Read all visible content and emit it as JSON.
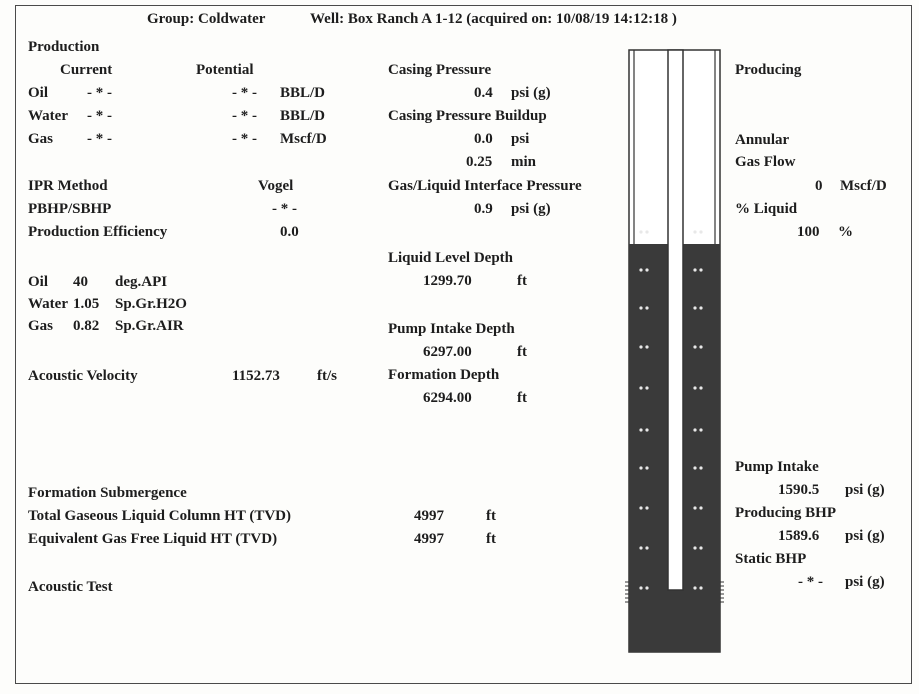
{
  "header": {
    "group": "Group: Coldwater",
    "well": "Well: Box Ranch A 1-12 (acquired on: 10/08/19 14:12:18 )"
  },
  "production": {
    "title": "Production",
    "current_label": "Current",
    "potential_label": "Potential",
    "rows": [
      {
        "name": "Oil",
        "current": "- * -",
        "potential": "- * -",
        "unit": "BBL/D"
      },
      {
        "name": "Water",
        "current": "- * -",
        "potential": "- * -",
        "unit": "BBL/D"
      },
      {
        "name": "Gas",
        "current": "- * -",
        "potential": "- * -",
        "unit": "Mscf/D"
      }
    ]
  },
  "ipr": {
    "method_label": "IPR Method",
    "method_value": "Vogel",
    "pbhp_label": "PBHP/SBHP",
    "pbhp_value": "- * -",
    "efficiency_label": "Production Efficiency",
    "efficiency_value": "0.0"
  },
  "fluids": [
    {
      "name": "Oil",
      "value": "40",
      "unit": "deg.API"
    },
    {
      "name": "Water",
      "value": "1.05",
      "unit": "Sp.Gr.H2O"
    },
    {
      "name": "Gas",
      "value": "0.82",
      "unit": "Sp.Gr.AIR"
    }
  ],
  "acoustic": {
    "label": "Acoustic Velocity",
    "value": "1152.73",
    "unit": "ft/s"
  },
  "casing": {
    "pressure_label": "Casing Pressure",
    "pressure_value": "0.4",
    "pressure_unit": "psi (g)",
    "buildup_label": "Casing Pressure Buildup",
    "buildup_value": "0.0",
    "buildup_unit": "psi",
    "buildup_time": "0.25",
    "buildup_time_unit": "min",
    "interface_label": "Gas/Liquid Interface Pressure",
    "interface_value": "0.9",
    "interface_unit": "psi (g)"
  },
  "depths": {
    "liquid_label": "Liquid Level Depth",
    "liquid_value": "1299.70",
    "liquid_unit": "ft",
    "pump_label": "Pump Intake Depth",
    "pump_value": "6297.00",
    "pump_unit": "ft",
    "formation_label": "Formation Depth",
    "formation_value": "6294.00",
    "formation_unit": "ft"
  },
  "submergence": {
    "title": "Formation Submergence",
    "total_label": "Total Gaseous Liquid Column HT (TVD)",
    "total_value": "4997",
    "total_unit": "ft",
    "equiv_label": "Equivalent Gas Free Liquid HT (TVD)",
    "equiv_value": "4997",
    "equiv_unit": "ft"
  },
  "acoustic_test_label": "Acoustic Test",
  "right_panel": {
    "status": "Producing",
    "annular_label": "Annular",
    "gasflow_label": "Gas Flow",
    "gasflow_value": "0",
    "gasflow_unit": "Mscf/D",
    "liquid_pct_label": "% Liquid",
    "liquid_pct_value": "100",
    "liquid_pct_unit": "%",
    "pump_intake_label": "Pump Intake",
    "pump_intake_value": "1590.5",
    "pump_intake_unit": "psi (g)",
    "producing_bhp_label": "Producing BHP",
    "producing_bhp_value": "1589.6",
    "producing_bhp_unit": "psi (g)",
    "static_bhp_label": "Static BHP",
    "static_bhp_value": "- * -",
    "static_bhp_unit": "psi (g)"
  },
  "wellbore": {
    "gas_color": "#ffffff",
    "liquid_color": "#3a3a3a",
    "liquid_fraction_of_column": 0.36
  }
}
